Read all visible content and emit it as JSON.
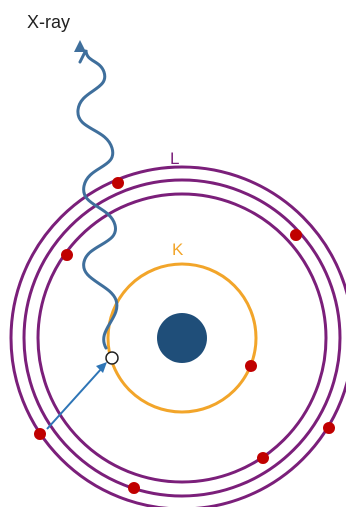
{
  "labels": {
    "xray": "X-ray",
    "shell_l": "L",
    "shell_k": "K"
  },
  "colors": {
    "background": "#ffffff",
    "nucleus": "#1f4e79",
    "shell_l": "#7b1f7a",
    "shell_k": "#f2a52a",
    "electron": "#c00000",
    "vacancy_fill": "#ffffff",
    "vacancy_stroke": "#222222",
    "wave": "#3f6f9c",
    "transition_arrow": "#2e75b6",
    "label_text": "#222222",
    "shell_l_text": "#7b1f7a",
    "shell_k_text": "#f2a52a"
  }
}
